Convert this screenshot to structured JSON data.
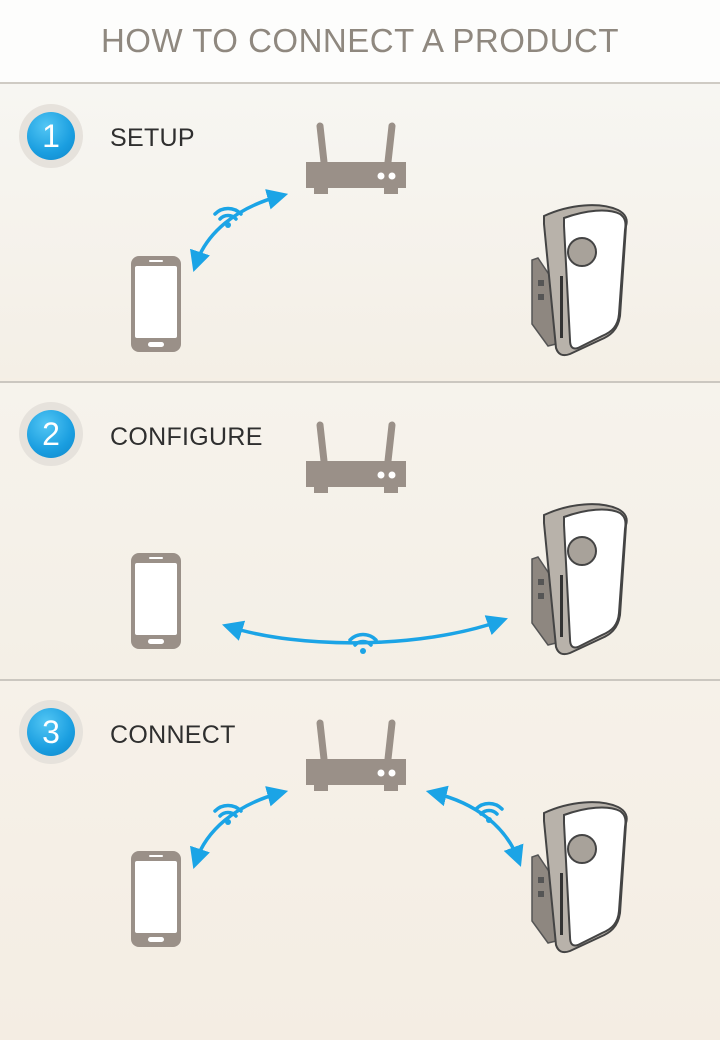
{
  "header": {
    "title": "HOW TO CONNECT A PRODUCT"
  },
  "steps": [
    {
      "number": "1",
      "label": "SETUP"
    },
    {
      "number": "2",
      "label": "CONFIGURE"
    },
    {
      "number": "3",
      "label": "CONNECT"
    }
  ],
  "colors": {
    "accent_blue": "#1ba4e6",
    "device_gray": "#9a9088",
    "header_text": "#8f887f"
  },
  "icons": [
    "router-icon",
    "smartphone-icon",
    "wifi-icon",
    "plug-device-icon",
    "arrow-icon"
  ]
}
